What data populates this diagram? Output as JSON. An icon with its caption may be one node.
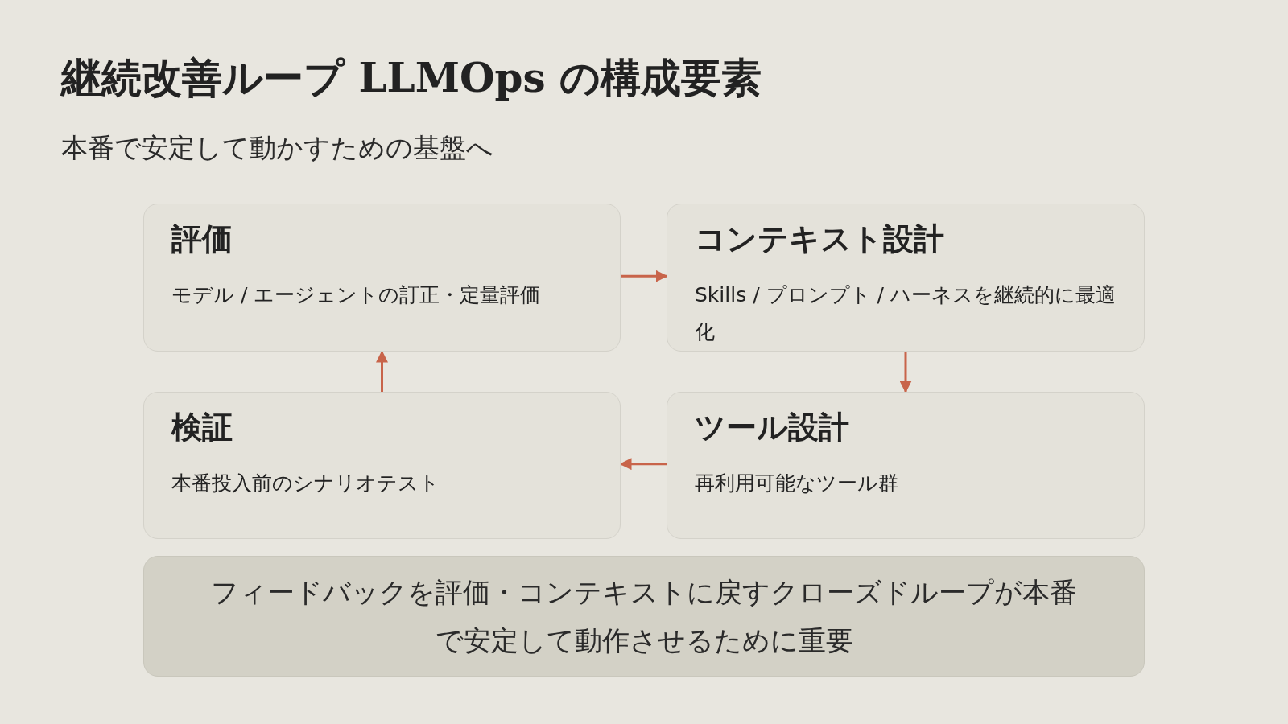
{
  "diagram": {
    "title": "継続改善ループ LLMOps の構成要素",
    "caption": "本番で安定して動かすための基盤へ",
    "nodes": [
      {
        "text": [
          "評価",
          "モデル / エージェントの訂正・定量評価"
        ]
      },
      {
        "text": [
          "コンテキスト設計",
          "Skills / プロンプト / ハーネスを継続的に最適化"
        ]
      },
      {
        "text": [
          "検証",
          "本番投入前のシナリオテスト"
        ]
      },
      {
        "text": [
          "ツール設計",
          "再利用可能なツール群"
        ]
      },
      {
        "text": [
          "フィードバックを評価・コンテキストに戻すクローズドループが本番で安定して動作させるために重要"
        ]
      }
    ],
    "edges": [
      {
        "from": 0,
        "to": 1,
        "arrow": "to"
      },
      {
        "from": 1,
        "to": 3,
        "arrow": "to"
      },
      {
        "from": 3,
        "to": 2,
        "arrow": "to"
      },
      {
        "from": 2,
        "to": 0,
        "arrow": "to"
      }
    ]
  }
}
